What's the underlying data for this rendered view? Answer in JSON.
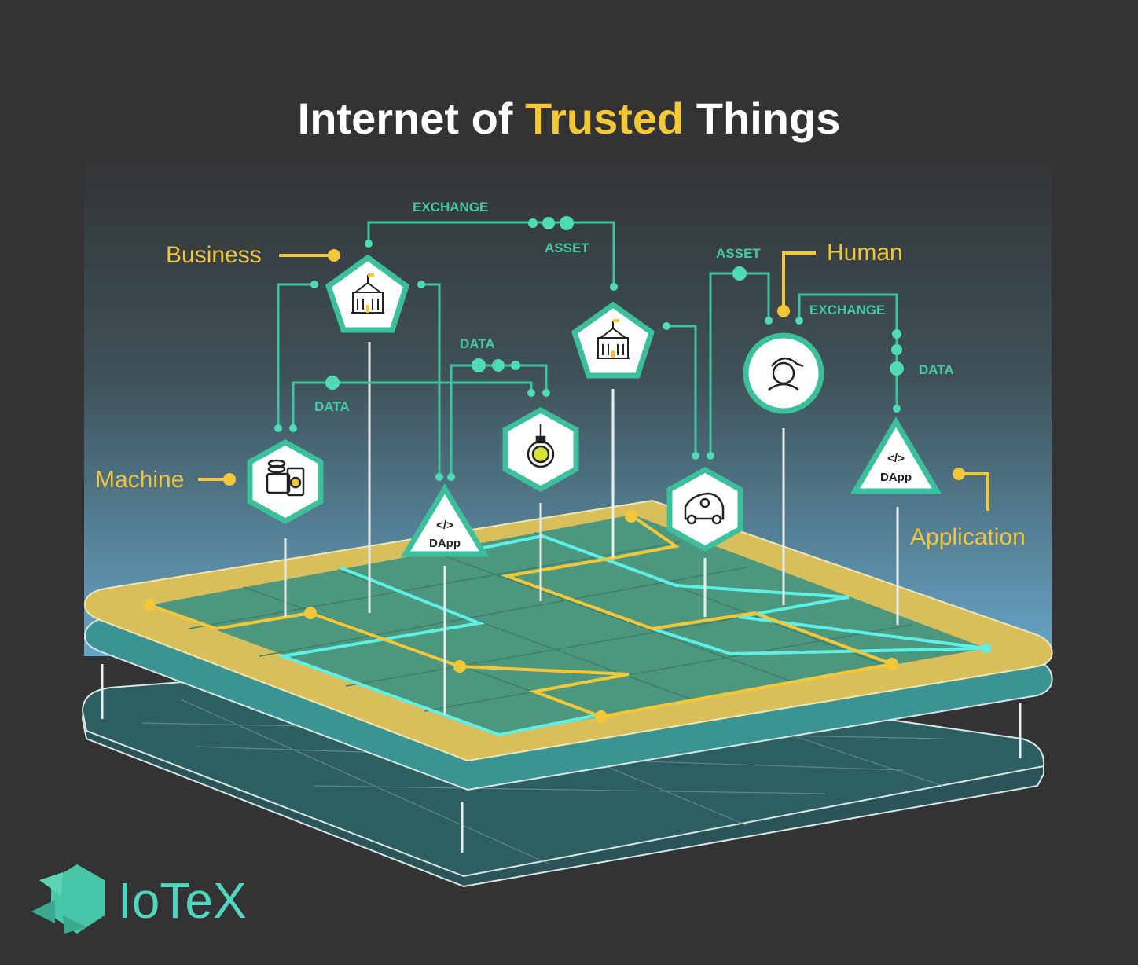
{
  "title": {
    "part1": "Internet of ",
    "highlight": "Trusted",
    "part2": " Things"
  },
  "categories": {
    "business": "Business",
    "machine": "Machine",
    "human": "Human",
    "application": "Application"
  },
  "flows": {
    "exchange_top": "EXCHANGE",
    "asset_top": "ASSET",
    "data_center": "DATA",
    "data_left": "DATA",
    "asset_right": "ASSET",
    "exchange_right": "EXCHANGE",
    "data_right": "DATA"
  },
  "dapp": {
    "code": "</>",
    "label": "DApp"
  },
  "logo": {
    "text": "IoTeX"
  },
  "colors": {
    "background": "#333335",
    "accent_yellow": "#f5c838",
    "accent_teal": "#3fc3a0",
    "grid_cyan": "#5ef0e6"
  }
}
